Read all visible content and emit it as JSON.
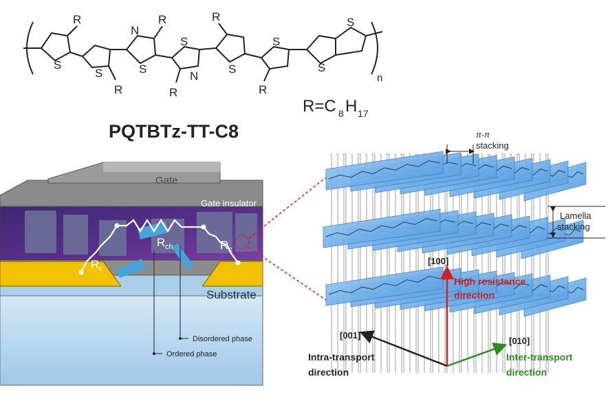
{
  "structure": {
    "r_label": "R",
    "s_label": "S",
    "n_label": "N",
    "repeat_subscript": "n",
    "r_def_prefix": "R=C",
    "r_def_sub1": "8",
    "r_def_mid": "H",
    "r_def_sub2": "17",
    "name": "PQTBTz-TT-C8"
  },
  "device": {
    "gate": "Gate",
    "gate_insulator": "Gate insulator",
    "substrate": "Substrate",
    "rc_main": "R",
    "rc_sub": "c",
    "rch_main": "R",
    "rch_sub": "ch",
    "disordered_phase": "Disordered phase",
    "ordered_phase": "Ordered phase"
  },
  "packing": {
    "pi_stacking_top": "π-π",
    "pi_stacking_bottom": "stacking",
    "lamella_top": "Lamella",
    "lamella_bottom": "stacking",
    "axis_100": "[100]",
    "high_res_1": "High resistance",
    "high_res_2": "direction",
    "axis_001": "[001]",
    "intra_1": "Intra-transport",
    "intra_2": "direction",
    "axis_010": "[010]",
    "inter_1": "Inter-transport",
    "inter_2": "direction"
  },
  "colors": {
    "high_resistance": "#d62020",
    "inter_transport": "#2e8b1e",
    "intra_transport": "#222222",
    "sheet_blue": "#6fb4ee",
    "gate_insulator_purple": "#5a2f8c",
    "electrode_yellow": "#f2c200",
    "substrate_blue": "#b9d8f0"
  }
}
